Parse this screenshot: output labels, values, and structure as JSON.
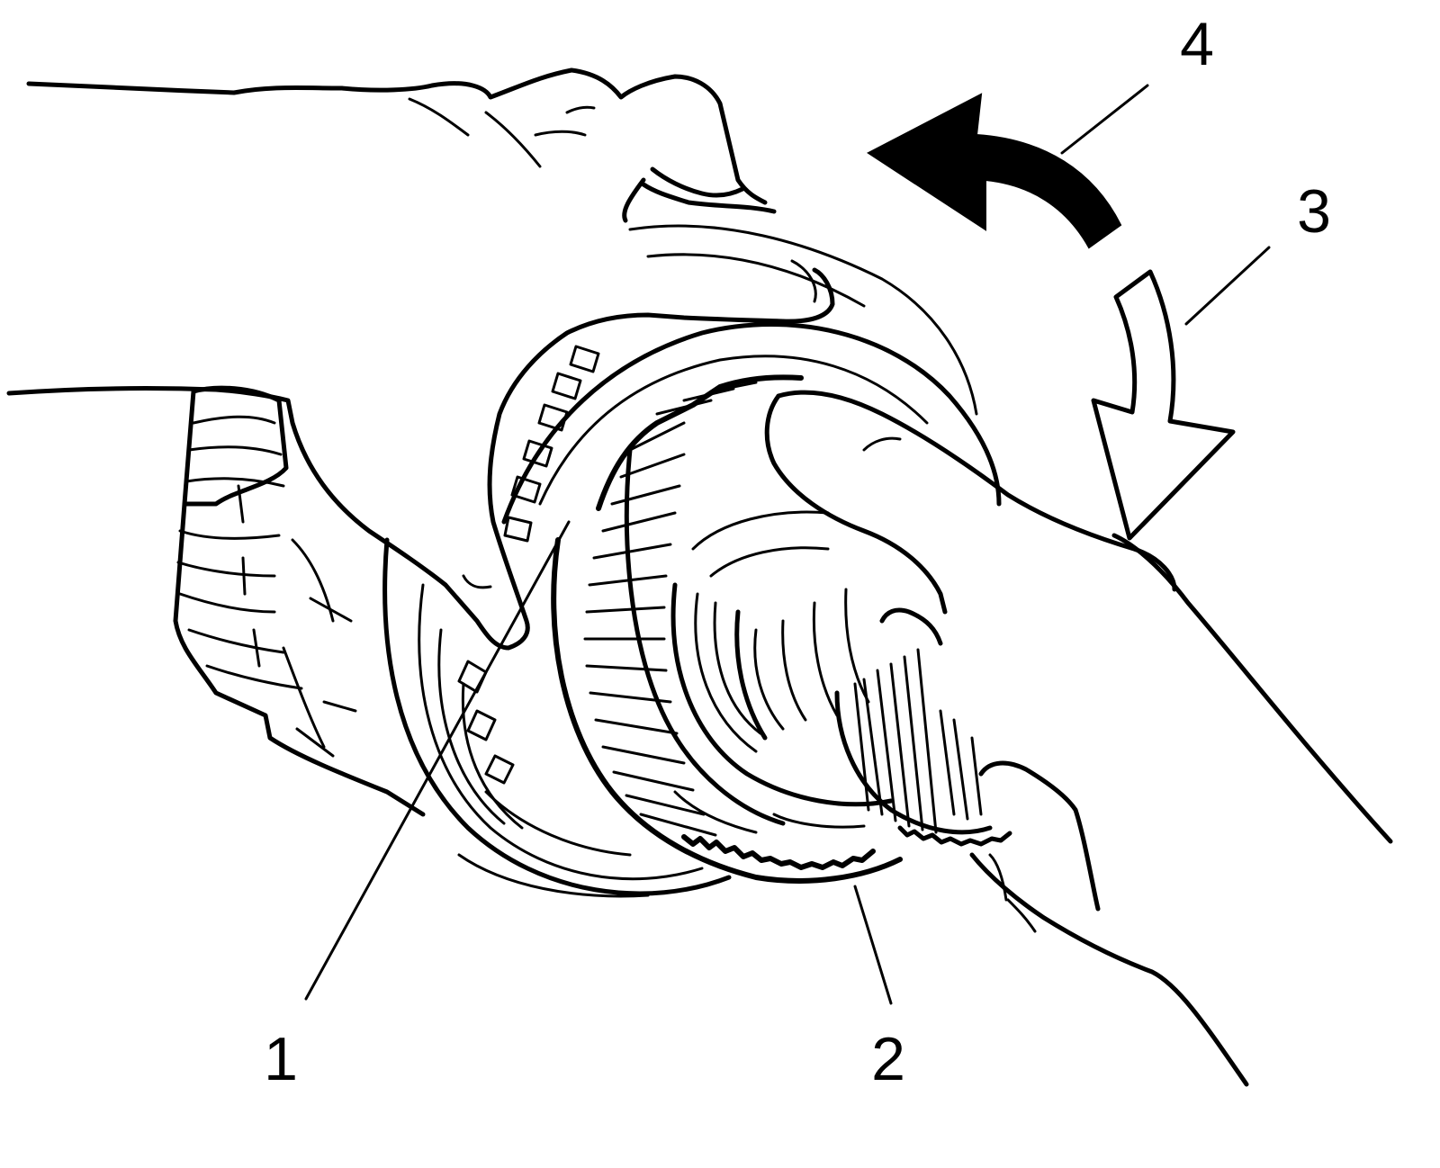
{
  "figure": {
    "background": "#ffffff",
    "ink": "#000000"
  },
  "callouts": [
    {
      "id": "1",
      "label": "1"
    },
    {
      "id": "2",
      "label": "2"
    },
    {
      "id": "3",
      "label": "3"
    },
    {
      "id": "4",
      "label": "4"
    }
  ]
}
